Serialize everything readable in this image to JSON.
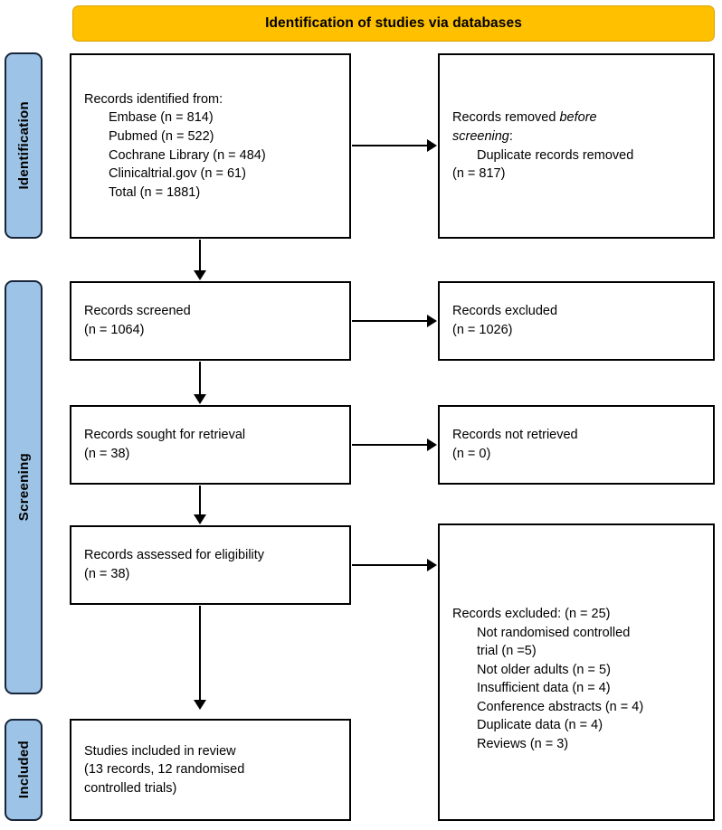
{
  "banner": {
    "title": "Identification of studies via databases"
  },
  "stages": [
    {
      "key": "identification",
      "label": "Identification"
    },
    {
      "key": "screening",
      "label": "Screening"
    },
    {
      "key": "included",
      "label": "Included"
    }
  ],
  "boxes": {
    "records_identified": {
      "name": "records-identified-box",
      "lines": [
        {
          "text": "Records identified from:",
          "indent": false
        },
        {
          "text": "Embase (n = 814)",
          "indent": true
        },
        {
          "text": "Pubmed (n = 522)",
          "indent": true
        },
        {
          "text": "Cochrane Library (n = 484)",
          "indent": true
        },
        {
          "text": "Clinicaltrial.gov (n = 61)",
          "indent": true
        },
        {
          "text": "Total (n = 1881)",
          "indent": true
        }
      ]
    },
    "records_removed": {
      "name": "records-removed-box",
      "line1_pre": "Records removed ",
      "line1_ital": "before",
      "line2_ital": "screening",
      "line2_post": ":",
      "lines_rest": [
        {
          "text": "Duplicate records removed",
          "indent": true
        },
        {
          "text": "(n = 817)",
          "indent": false
        }
      ]
    },
    "records_screened": {
      "name": "records-screened-box",
      "lines": [
        {
          "text": "Records screened",
          "indent": false
        },
        {
          "text": "(n = 1064)",
          "indent": false
        }
      ]
    },
    "records_excluded": {
      "name": "records-excluded-box",
      "lines": [
        {
          "text": "Records excluded",
          "indent": false
        },
        {
          "text": "(n = 1026)",
          "indent": false
        }
      ]
    },
    "records_sought": {
      "name": "records-sought-box",
      "lines": [
        {
          "text": "Records sought for retrieval",
          "indent": false
        },
        {
          "text": "(n = 38)",
          "indent": false
        }
      ]
    },
    "records_not_retrieved": {
      "name": "records-not-retrieved-box",
      "lines": [
        {
          "text": "Records not retrieved",
          "indent": false
        },
        {
          "text": "(n = 0)",
          "indent": false
        }
      ]
    },
    "records_assessed": {
      "name": "records-assessed-box",
      "lines": [
        {
          "text": "Records assessed for eligibility",
          "indent": false
        },
        {
          "text": "(n = 38)",
          "indent": false
        }
      ]
    },
    "records_excluded_reasons": {
      "name": "records-excluded-reasons-box",
      "lines": [
        {
          "text": "Records excluded: (n = 25)",
          "indent": false
        },
        {
          "text": "Not randomised controlled",
          "indent": true
        },
        {
          "text": "trial (n =5)",
          "indent": true
        },
        {
          "text": "Not older adults (n = 5)",
          "indent": true
        },
        {
          "text": "Insufficient data (n = 4)",
          "indent": true
        },
        {
          "text": "Conference abstracts (n = 4)",
          "indent": true
        },
        {
          "text": "Duplicate data (n = 4)",
          "indent": true
        },
        {
          "text": "Reviews (n = 3)",
          "indent": true
        }
      ]
    },
    "studies_included": {
      "name": "studies-included-box",
      "lines": [
        {
          "text": "Studies included in review",
          "indent": false
        },
        {
          "text": "(13 records, 12 randomised",
          "indent": false
        },
        {
          "text": "controlled trials)",
          "indent": false
        }
      ]
    }
  },
  "colors": {
    "banner": "#FFC000",
    "stage_tab": "#9DC3E6",
    "box_border": "#000000",
    "connector": "#000000"
  }
}
